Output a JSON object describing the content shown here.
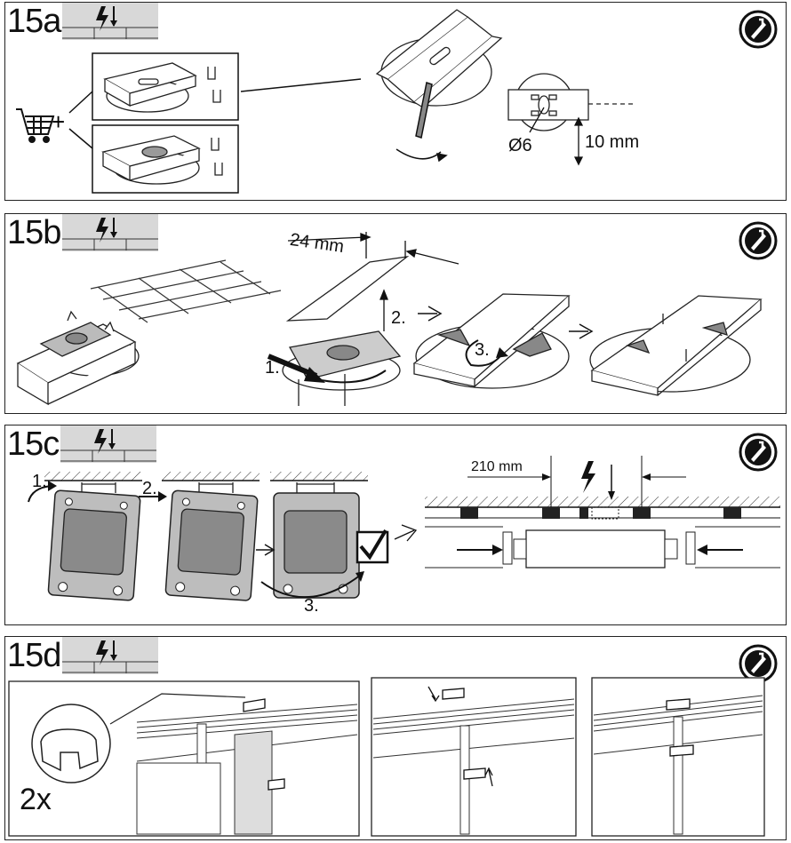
{
  "steps": {
    "a": {
      "label": "15a",
      "hole_diameter": "Ø6",
      "hole_depth": "10 mm"
    },
    "b": {
      "label": "15b",
      "width": "24 mm",
      "step1": "1.",
      "step2": "2.",
      "step3": "3."
    },
    "c": {
      "label": "15c",
      "step1": "1.",
      "step2": "2.",
      "step3": "3.",
      "distance": "210 mm"
    },
    "d": {
      "label": "15d",
      "quantity": "2x"
    }
  },
  "icons": {
    "electrician": "electrician-tool-icon",
    "cart": "shopping-cart-icon",
    "voltage": "lightning-icon",
    "check": "checkmark-icon"
  },
  "colors": {
    "ink": "#111111",
    "fill": "#9a9a9a",
    "dark": "#333333"
  }
}
